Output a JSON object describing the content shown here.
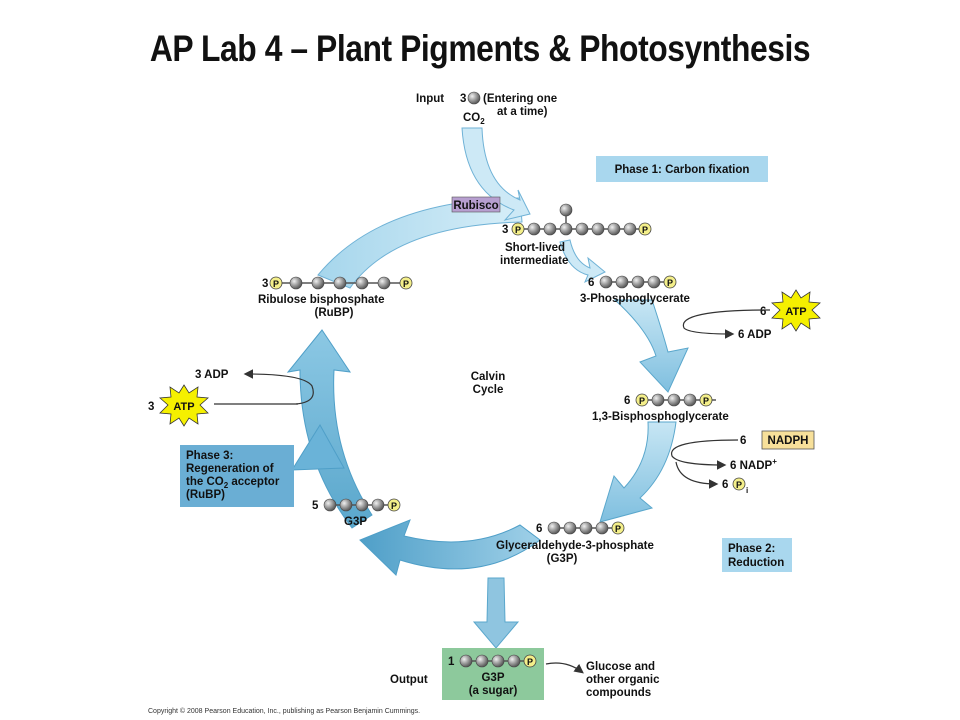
{
  "title": "AP Lab 4 – Plant Pigments & Photosynthesis",
  "input": {
    "label": "Input",
    "count": "3",
    "note_line1": "(Entering one",
    "note_line2": "at a time)",
    "molecule": "CO",
    "molecule_sub": "2"
  },
  "phase1": "Phase 1: Carbon fixation",
  "phase2": {
    "line1": "Phase 2:",
    "line2": "Reduction"
  },
  "phase3": {
    "line1": "Phase 3:",
    "line2": "Regeneration of",
    "line3a": "the CO",
    "line3sub": "2",
    "line3b": " acceptor",
    "line4": "(RuBP)"
  },
  "enzyme": "Rubisco",
  "intermediate": {
    "count": "3",
    "line1": "Short-lived",
    "line2": "intermediate"
  },
  "pga": {
    "count": "6",
    "label": "3-Phosphoglycerate"
  },
  "bpg": {
    "count": "6",
    "label": "1,3-Bisphosphoglycerate"
  },
  "g3p_main": {
    "count": "6",
    "line1": "Glyceraldehyde-3-phosphate",
    "line2": "(G3P)"
  },
  "g3p_regen": {
    "count": "5",
    "label": "G3P"
  },
  "rubp": {
    "count": "3",
    "line1": "Ribulose bisphosphate",
    "line2": "(RuBP)"
  },
  "center": {
    "line1": "Calvin",
    "line2": "Cycle"
  },
  "atp_in_1": {
    "count": "6",
    "label": "ATP"
  },
  "adp_out_1": "6 ADP",
  "nadph": {
    "count": "6",
    "label": "NADPH"
  },
  "nadp_out": "6 NADP",
  "nadp_sup": "+",
  "pi_out": {
    "count": "6",
    "label": "P",
    "sub": "i"
  },
  "atp_in_3": {
    "count": "3",
    "label": "ATP"
  },
  "adp_out_3": "3 ADP",
  "output": {
    "label": "Output",
    "count": "1",
    "line1": "G3P",
    "line2": "(a sugar)",
    "arrow_line1": "Glucose and",
    "arrow_line2": "other organic",
    "arrow_line3": "compounds"
  },
  "phosphate": "P",
  "copyright": "Copyright © 2008 Pearson Education, Inc., publishing as Pearson Benjamin Cummings.",
  "colors": {
    "arrow_light": "#c9e8f5",
    "arrow_mid": "#8fcbe6",
    "arrow_dark": "#5aa7cc",
    "phase_box": "#a9d7ee",
    "phase3_box": "#6aaed4",
    "output_box": "#8dc99c",
    "rubisco": "#b79fd0",
    "atp": "#f5f000",
    "nadph": "#f7e09a",
    "phosphate": "#f4ef8a"
  }
}
